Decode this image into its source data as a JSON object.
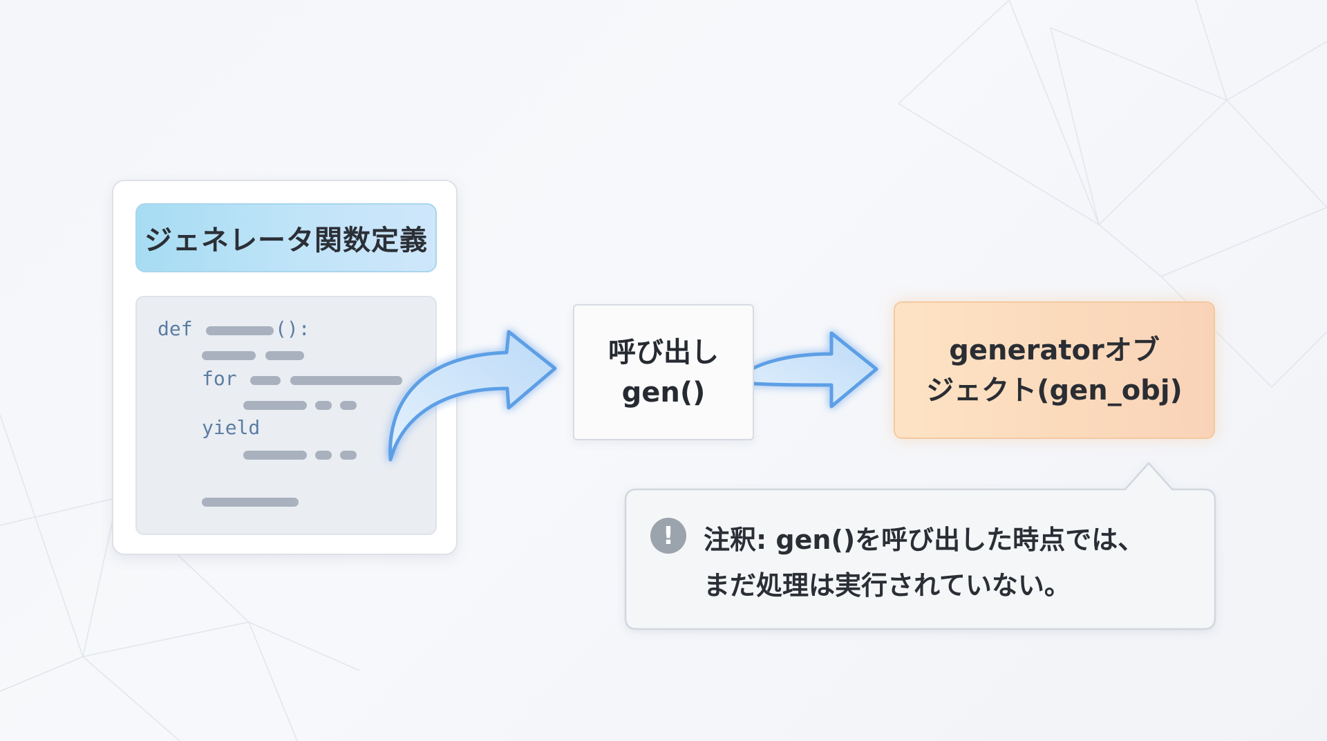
{
  "definition": {
    "title": "ジェネレータ関数定義",
    "code_keywords": {
      "def_kw": "def",
      "def_paren": "():",
      "for_kw": "for",
      "yield_kw": "yield"
    }
  },
  "call_node": {
    "line1": "呼び出し",
    "line2": "gen()"
  },
  "object_node": {
    "line1": "generatorオブ",
    "line2": "ジェクト(gen_obj)"
  },
  "note": {
    "icon": "exclamation-icon",
    "line1": "注釈: gen()を呼び出した時点では、",
    "line2": "まだ処理は実行されていない。"
  },
  "colors": {
    "header_fill": "#a6dcf3",
    "arrow_fill": "#cfe6fb",
    "arrow_stroke": "#5d9fe6",
    "object_fill": "#fde3c4",
    "object_border": "#f4c9a0"
  }
}
